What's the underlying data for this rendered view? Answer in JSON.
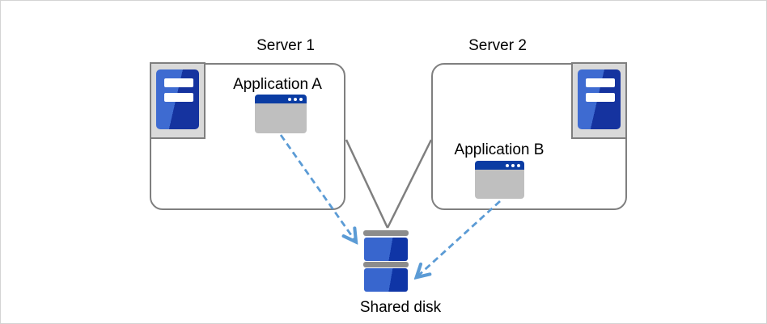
{
  "diagram": {
    "nodes": {
      "server1": {
        "label": "Server 1"
      },
      "server2": {
        "label": "Server 2"
      },
      "app_a": {
        "label": "Application A"
      },
      "app_b": {
        "label": "Application B"
      },
      "shared_disk": {
        "label": "Shared disk"
      }
    },
    "connections": [
      {
        "from": "server1",
        "to": "shared_disk",
        "style": "solid-gray-line"
      },
      {
        "from": "server2",
        "to": "shared_disk",
        "style": "solid-gray-line"
      },
      {
        "from": "app_a",
        "to": "shared_disk",
        "style": "dashed-blue-arrow"
      },
      {
        "from": "app_b",
        "to": "shared_disk",
        "style": "dashed-blue-arrow"
      }
    ],
    "colors": {
      "box_border_gray": "#7f7f7f",
      "connector_gray": "#7f7f7f",
      "arrow_blue": "#5b9bd5",
      "icon_blue_light": "#3e6bd1",
      "icon_blue_dark": "#15339f",
      "titlebar_blue": "#0a3ca3",
      "app_body_gray": "#bfbfbf",
      "frame_fill_gray": "#d9d9d9",
      "disk_bar_gray": "#8c8c8c",
      "canvas_border": "#d4d4d4"
    }
  }
}
